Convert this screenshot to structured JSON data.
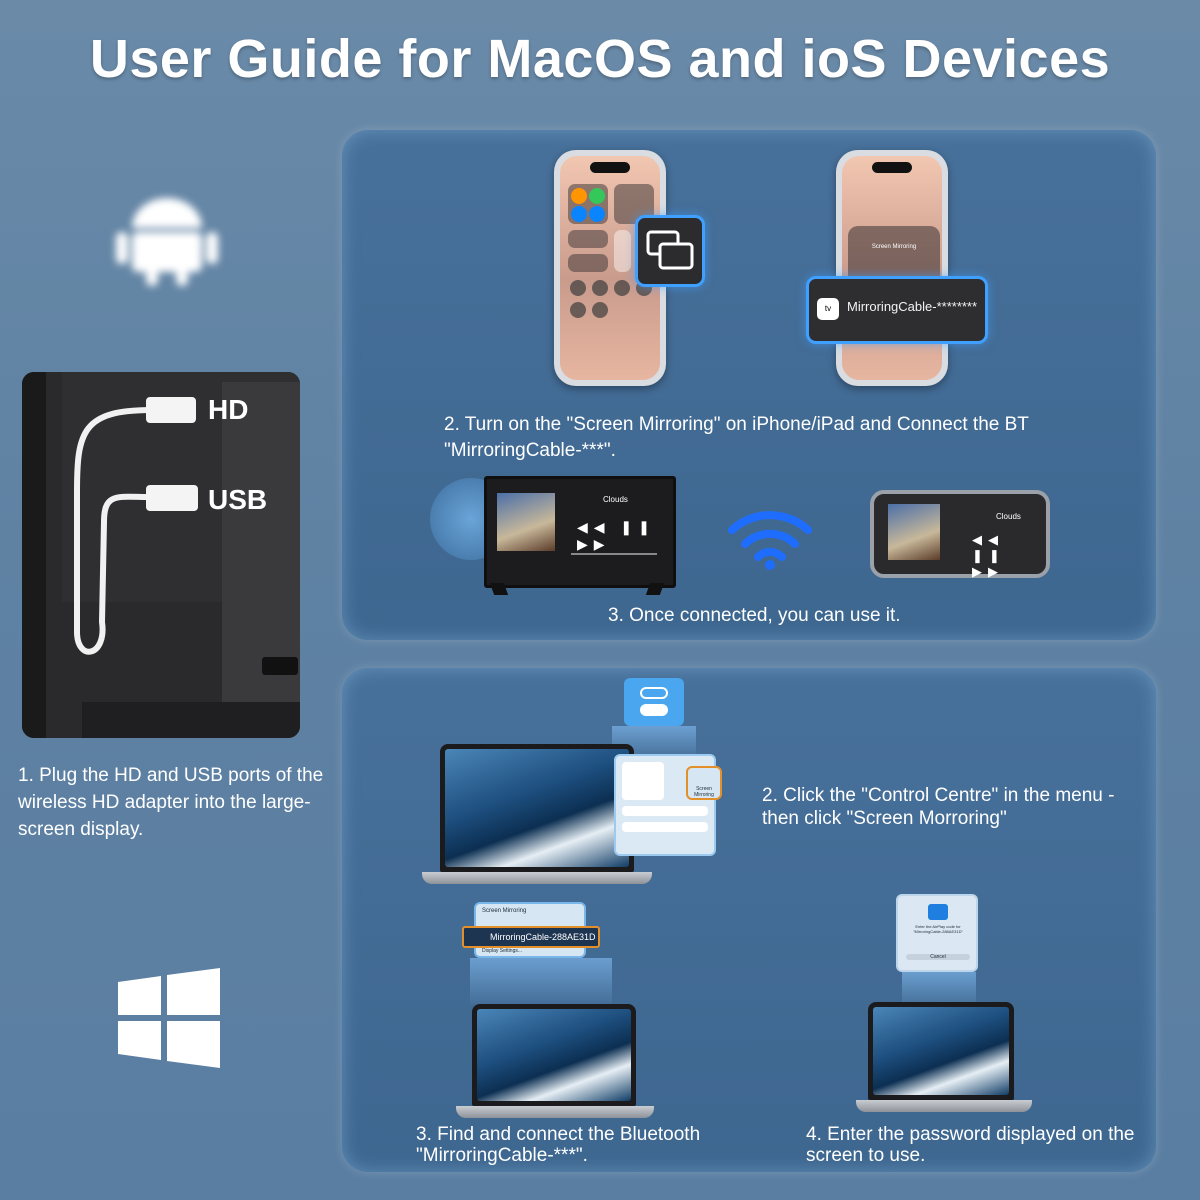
{
  "title": "User Guide for MacOS and ioS Devices",
  "left": {
    "hd_label": "HD",
    "usb_label": "USB",
    "step1": "1. Plug the HD and USB ports of the wireless HD adapter into the large-screen display."
  },
  "ios_panel": {
    "phone2_popup": "Screen Mirroring",
    "mirroring_callout": "MirroringCable-********",
    "step2": "2. Turn on the \"Screen Mirroring\" on iPhone/iPad and Connect the BT \"MirroringCable-***\".",
    "media_title": "Clouds",
    "step3": "3. Once connected, you can use it."
  },
  "mac_panel": {
    "cc_tile": "Screen Mirroring",
    "step2": "2. Click the \"Control Centre\" in the menu -then click \"Screen Morroring\"",
    "sm_popup_title": "Screen Mirroring",
    "sm_popup_device": "MirroringCable-288AE31D",
    "sm_popup_footer": "Display Settings...",
    "airplay_prompt": "Enter the AirPlay code for \"MirroringCable-288AE31D\"",
    "airplay_cancel": "Cancel",
    "step3": "3. Find and connect the Bluetooth \"MirroringCable-***\".",
    "step4": "4. Enter the password displayed on the screen to use."
  },
  "colors": {
    "accent_blue": "#3fa0ff",
    "wifi_blue": "#1e6dff"
  },
  "icons": [
    "android-icon",
    "windows-icon",
    "screen-mirroring-icon",
    "wifi-icon",
    "appletv-icon",
    "airplay-icon",
    "toggle-icon"
  ]
}
